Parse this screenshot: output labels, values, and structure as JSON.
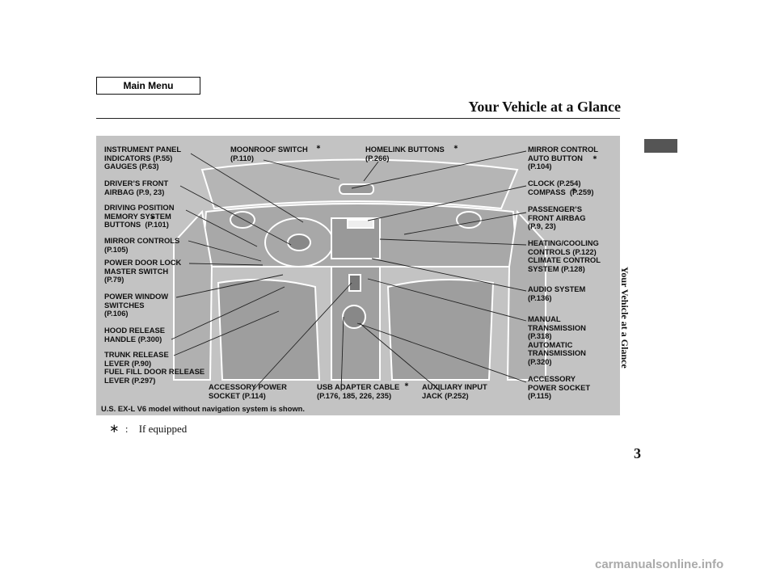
{
  "header": {
    "menu_button": "Main Menu",
    "title": "Your Vehicle at a Glance"
  },
  "side": {
    "section_title": "Your Vehicle at a Glance",
    "page_number": "3"
  },
  "legend": {
    "symbol": "∗",
    "separator": ":",
    "text": "If equipped"
  },
  "diagram": {
    "caption": "U.S. EX-L V6 model without navigation system is shown.",
    "labels": {
      "instrument_panel": "INSTRUMENT PANEL\nINDICATORS (P.55)\nGAUGES (P.63)",
      "drivers_airbag": "DRIVER’S FRONT\nAIRBAG (P.9, 23)",
      "driving_position": "DRIVING POSITION\nMEMORY SYSTEM\nBUTTONS  (P.101)",
      "mirror_controls": "MIRROR CONTROLS\n(P.105)",
      "door_lock": "POWER DOOR LOCK\nMASTER SWITCH\n(P.79)",
      "power_window": "POWER WINDOW\nSWITCHES\n(P.106)",
      "hood_release": "HOOD RELEASE\nHANDLE (P.300)",
      "trunk_release": "TRUNK RELEASE\nLEVER (P.90)\nFUEL FILL DOOR RELEASE\nLEVER (P.297)",
      "moonroof": "MOONROOF SWITCH\n(P.110)",
      "homelink": "HOMELINK BUTTONS\n(P.266)",
      "mirror_control_auto": "MIRROR CONTROL\nAUTO BUTTON\n(P.104)",
      "clock": "CLOCK (P.254)\nCOMPASS  (P.259)",
      "passenger_airbag": "PASSENGER’S\nFRONT AIRBAG\n(P.9, 23)",
      "heating": "HEATING/COOLING\nCONTROLS (P.122)\nCLIMATE CONTROL\nSYSTEM (P.128)",
      "audio": "AUDIO SYSTEM\n(P.136)",
      "transmission": "MANUAL\nTRANSMISSION\n(P.318)\nAUTOMATIC\nTRANSMISSION\n(P.320)",
      "accessory_socket_right": "ACCESSORY\nPOWER SOCKET\n(P.115)",
      "accessory_socket_bottom": "ACCESSORY POWER\nSOCKET (P.114)",
      "usb": "USB ADAPTER CABLE\n(P.176, 185, 226, 235)",
      "aux": "AUXILIARY INPUT\nJACK (P.252)"
    },
    "asterisk": "∗"
  },
  "watermark": "carmanualsonline.info"
}
